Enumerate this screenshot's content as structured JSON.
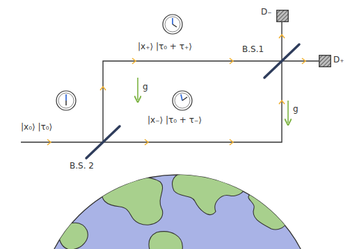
{
  "diagram": {
    "nodes": [
      {
        "text": [
          "D₋"
        ]
      },
      {
        "text": [
          "D₊"
        ]
      }
    ],
    "labels": [
      "|x₀⟩ |τ₀⟩",
      "|x₊⟩ |τ₀ + τ₊⟩",
      "|x₋⟩ |τ₀ + τ₋⟩",
      "B.S.1",
      "B.S. 2",
      "g",
      "g"
    ]
  }
}
